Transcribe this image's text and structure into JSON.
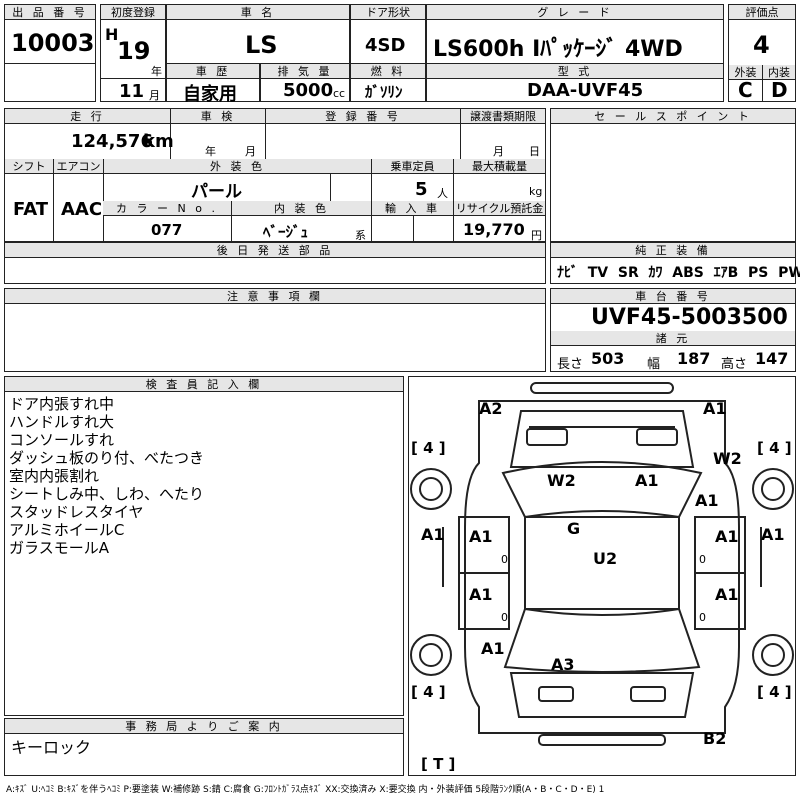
{
  "header": {
    "lot_no_label": "出 品 番 号",
    "lot_no": "10003",
    "first_reg_label": "初度登録",
    "era": "H",
    "year": "19",
    "year_unit": "年",
    "month": "11",
    "month_unit": "月",
    "car_name_label": "車 名",
    "car_name": "LS",
    "door_label": "ドア形状",
    "door": "4SD",
    "grade_label": "グ レ ー ド",
    "grade": "LS600h Iﾊﾟｯｹｰｼﾞ 4WD",
    "score_label": "評価点",
    "score": "4",
    "history_label": "車 歴",
    "history": "自家用",
    "displacement_label": "排 気 量",
    "displacement": "5000",
    "displacement_unit": "cc",
    "fuel_label": "燃 料",
    "fuel": "ｶﾞｿﾘﾝ",
    "model_label": "型 式",
    "model": "DAA-UVF45",
    "exterior_label": "外装",
    "exterior": "C",
    "interior_label": "内装",
    "interior": "D"
  },
  "row2": {
    "mileage_label": "走 行",
    "mileage": "124,576",
    "mileage_unit": "km",
    "inspection_label": "車 検",
    "insp_year": "年",
    "insp_month": "月",
    "reg_no_label": "登 録 番 号",
    "transfer_label": "譲渡書類期限",
    "tr_month": "月",
    "tr_day": "日",
    "shift_label": "シフト",
    "shift": "FAT",
    "ac_label": "エアコン",
    "ac": "AAC",
    "color_label": "外 装 色",
    "color": "パール",
    "capacity_label": "乗車定員",
    "capacity": "5",
    "capacity_unit": "人",
    "maxload_label": "最大積載量",
    "maxload_unit": "kg",
    "color_no_label": "カ ラ ー N o .",
    "color_no": "077",
    "int_color_label": "内 装 色",
    "int_color": "ﾍﾞｰｼﾞｭ",
    "int_color_unit": "系",
    "import_label": "輸 入 車",
    "recycle_label": "リサイクル預託金",
    "recycle": "19,770",
    "recycle_unit": "円"
  },
  "later_parts_label": "後 日 発 送 部 品",
  "sales_point_label": "セ ー ル ス ポ イ ン ト",
  "equipment": {
    "label": "純 正 装 備",
    "items": [
      "ﾅﾋﾞ",
      "TV",
      "SR",
      "ｶﾜ",
      "ABS",
      "ｴｱB",
      "PS",
      "PW"
    ]
  },
  "caution_label": "注 意 事 項 欄",
  "chassis": {
    "label": "車 台 番 号",
    "number": "UVF45-5003500",
    "spec_label": "諸 元",
    "length_label": "長さ",
    "length": "503",
    "width_label": "幅",
    "width": "187",
    "height_label": "高さ",
    "height": "147"
  },
  "inspector": {
    "label": "検 査 員 記 入 欄",
    "notes": [
      "ドア内張すれ中",
      "ハンドルすれ大",
      "コンソールすれ",
      "ダッシュ板のり付、べたつき",
      "室内内張割れ",
      "シートしみ中、しわ、へたり",
      "スタッドレスタイヤ",
      "アルミホイールC",
      "ガラスモールA"
    ]
  },
  "office": {
    "label": "事 務 局 よ り ご 案 内",
    "text": "キーロック"
  },
  "diagram": {
    "marks": {
      "a2_front": "A2",
      "a1_front": "A1",
      "w2_left": "W2",
      "a1_hood": "A1",
      "w2_right": "W2",
      "a1_rfender": "A1",
      "g": "G",
      "a1_left": "A1",
      "a1_fdoor_l": "A1",
      "a1_fdoor_r": "A1",
      "a1_right": "A1",
      "u2": "U2",
      "a1_rdoor_l": "A1",
      "a1_rdoor_r": "A1",
      "a1_rquarter_l": "A1",
      "a3": "A3",
      "b2": "B2",
      "z1": "0",
      "z2": "0",
      "z3": "0",
      "z4": "0"
    },
    "tires": {
      "fl": "4",
      "fr": "4",
      "rl": "4",
      "rr": "4",
      "spare": "T"
    }
  },
  "legend": "A:ｷｽﾞ U:ﾍｺﾐ B:ｷｽﾞを伴うﾍｺﾐ P:要塗装 W:補修跡 S:錆 C:腐食 G:ﾌﾛﾝﾄｶﾞﾗｽ点ｷｽﾞ XX:交換済み X:要交換 内・外装評価 5段階ﾗﾝｸ順(A・B・C・D・E) 1"
}
